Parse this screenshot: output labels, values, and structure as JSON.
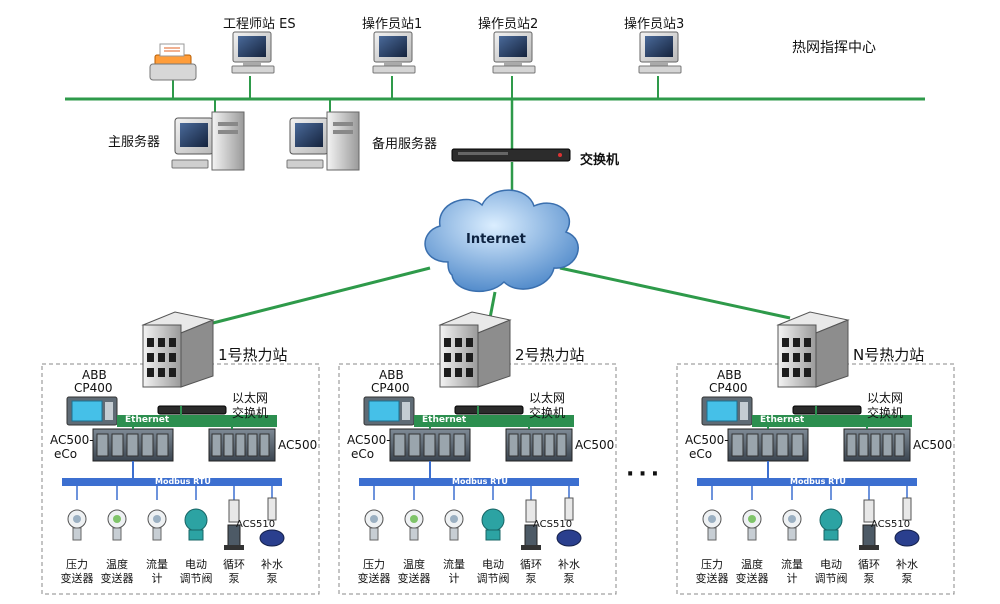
{
  "center": {
    "title": "热网指挥中心",
    "engineer_station": "工程师站 ES",
    "operator_stations": [
      "操作员站1",
      "操作员站2",
      "操作员站3"
    ],
    "main_server": "主服务器",
    "backup_server": "备用服务器",
    "switch": "交换机",
    "internet": "Internet"
  },
  "stations": [
    {
      "name": "1号热力站",
      "panel": [
        "ABB",
        "CP400"
      ],
      "eth_switch": [
        "以太网",
        "交换机"
      ],
      "ethernet": "Ethernet",
      "ac500eco": [
        "AC500-",
        "eCo"
      ],
      "ac500": "AC500",
      "modbus": "Modbus RTU",
      "drive": "ACS510",
      "devices": [
        [
          "压力",
          "变送器"
        ],
        [
          "温度",
          "变送器"
        ],
        [
          "流量",
          "计"
        ],
        [
          "电动",
          "调节阀"
        ],
        [
          "循环",
          "泵"
        ],
        [
          "补水",
          "泵"
        ]
      ]
    },
    {
      "name": "2号热力站",
      "panel": [
        "ABB",
        "CP400"
      ],
      "eth_switch": [
        "以太网",
        "交换机"
      ],
      "ethernet": "Ethernet",
      "ac500eco": [
        "AC500-",
        "eCo"
      ],
      "ac500": "AC500",
      "modbus": "Modbus RTU",
      "drive": "ACS510",
      "devices": [
        [
          "压力",
          "变送器"
        ],
        [
          "温度",
          "变送器"
        ],
        [
          "流量",
          "计"
        ],
        [
          "电动",
          "调节阀"
        ],
        [
          "循环",
          "泵"
        ],
        [
          "补水",
          "泵"
        ]
      ]
    },
    {
      "name": "N号热力站",
      "panel": [
        "ABB",
        "CP400"
      ],
      "eth_switch": [
        "以太网",
        "交换机"
      ],
      "ethernet": "Ethernet",
      "ac500eco": [
        "AC500-",
        "eCo"
      ],
      "ac500": "AC500",
      "modbus": "Modbus RTU",
      "drive": "ACS510",
      "devices": [
        [
          "压力",
          "变送器"
        ],
        [
          "温度",
          "变送器"
        ],
        [
          "流量",
          "计"
        ],
        [
          "电动",
          "调节阀"
        ],
        [
          "循环",
          "泵"
        ],
        [
          "补水",
          "泵"
        ]
      ]
    }
  ],
  "ellipsis": "···",
  "colors": {
    "network_line": "#2e9a4a",
    "bus_line": "#3c6fd0",
    "cloud": "#5b9bd5",
    "ethernet_bar": "#2c8f4f"
  }
}
